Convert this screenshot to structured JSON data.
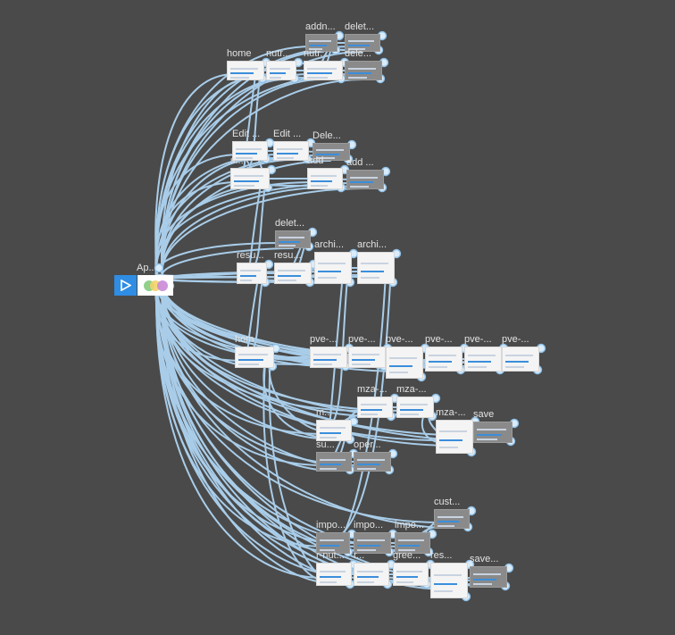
{
  "canvas": {
    "background": "#4a4a4a",
    "edge_color": "#a9cde9",
    "port_color": "#d9ecfb"
  },
  "start_icon": "play-icon",
  "app_node": {
    "label": "Ap..."
  },
  "nodes": [
    {
      "id": "addn",
      "label": "addn..."
    },
    {
      "id": "delet1",
      "label": "delet..."
    },
    {
      "id": "home1",
      "label": "home"
    },
    {
      "id": "nutr1",
      "label": "nutr..."
    },
    {
      "id": "nutr2",
      "label": "nutr..."
    },
    {
      "id": "dele2",
      "label": "dele..."
    },
    {
      "id": "edit1",
      "label": "Edit ..."
    },
    {
      "id": "edit2",
      "label": "Edit ..."
    },
    {
      "id": "dele3",
      "label": "Dele..."
    },
    {
      "id": "s1",
      "label": "s..."
    },
    {
      "id": "add1",
      "label": "add"
    },
    {
      "id": "add2",
      "label": "add ..."
    },
    {
      "id": "delet3",
      "label": "delet..."
    },
    {
      "id": "archi1",
      "label": "archi..."
    },
    {
      "id": "archi2",
      "label": "archi..."
    },
    {
      "id": "resul1",
      "label": "resu..."
    },
    {
      "id": "resul2",
      "label": "resu..."
    },
    {
      "id": "hom2",
      "label": "hom"
    },
    {
      "id": "pve1",
      "label": "pve-..."
    },
    {
      "id": "pve2",
      "label": "pve-..."
    },
    {
      "id": "pve3",
      "label": "pve-..."
    },
    {
      "id": "pve4",
      "label": "pve-..."
    },
    {
      "id": "pve5",
      "label": "pve-..."
    },
    {
      "id": "pve6",
      "label": "pve-..."
    },
    {
      "id": "mza1",
      "label": "mza-..."
    },
    {
      "id": "mza2",
      "label": "mza-..."
    },
    {
      "id": "mza3",
      "label": "mza-..."
    },
    {
      "id": "save1",
      "label": "save"
    },
    {
      "id": "m1",
      "label": "m..."
    },
    {
      "id": "su",
      "label": "su..."
    },
    {
      "id": "oper",
      "label": "oper..."
    },
    {
      "id": "cust",
      "label": "cust..."
    },
    {
      "id": "impo1",
      "label": "impo..."
    },
    {
      "id": "impo2",
      "label": "impo..."
    },
    {
      "id": "impo3",
      "label": "impo..."
    },
    {
      "id": "rnut",
      "label": "r-nut..."
    },
    {
      "id": "r1",
      "label": "r..."
    },
    {
      "id": "gree",
      "label": "gree..."
    },
    {
      "id": "res",
      "label": "res..."
    },
    {
      "id": "save2",
      "label": "save..."
    }
  ]
}
